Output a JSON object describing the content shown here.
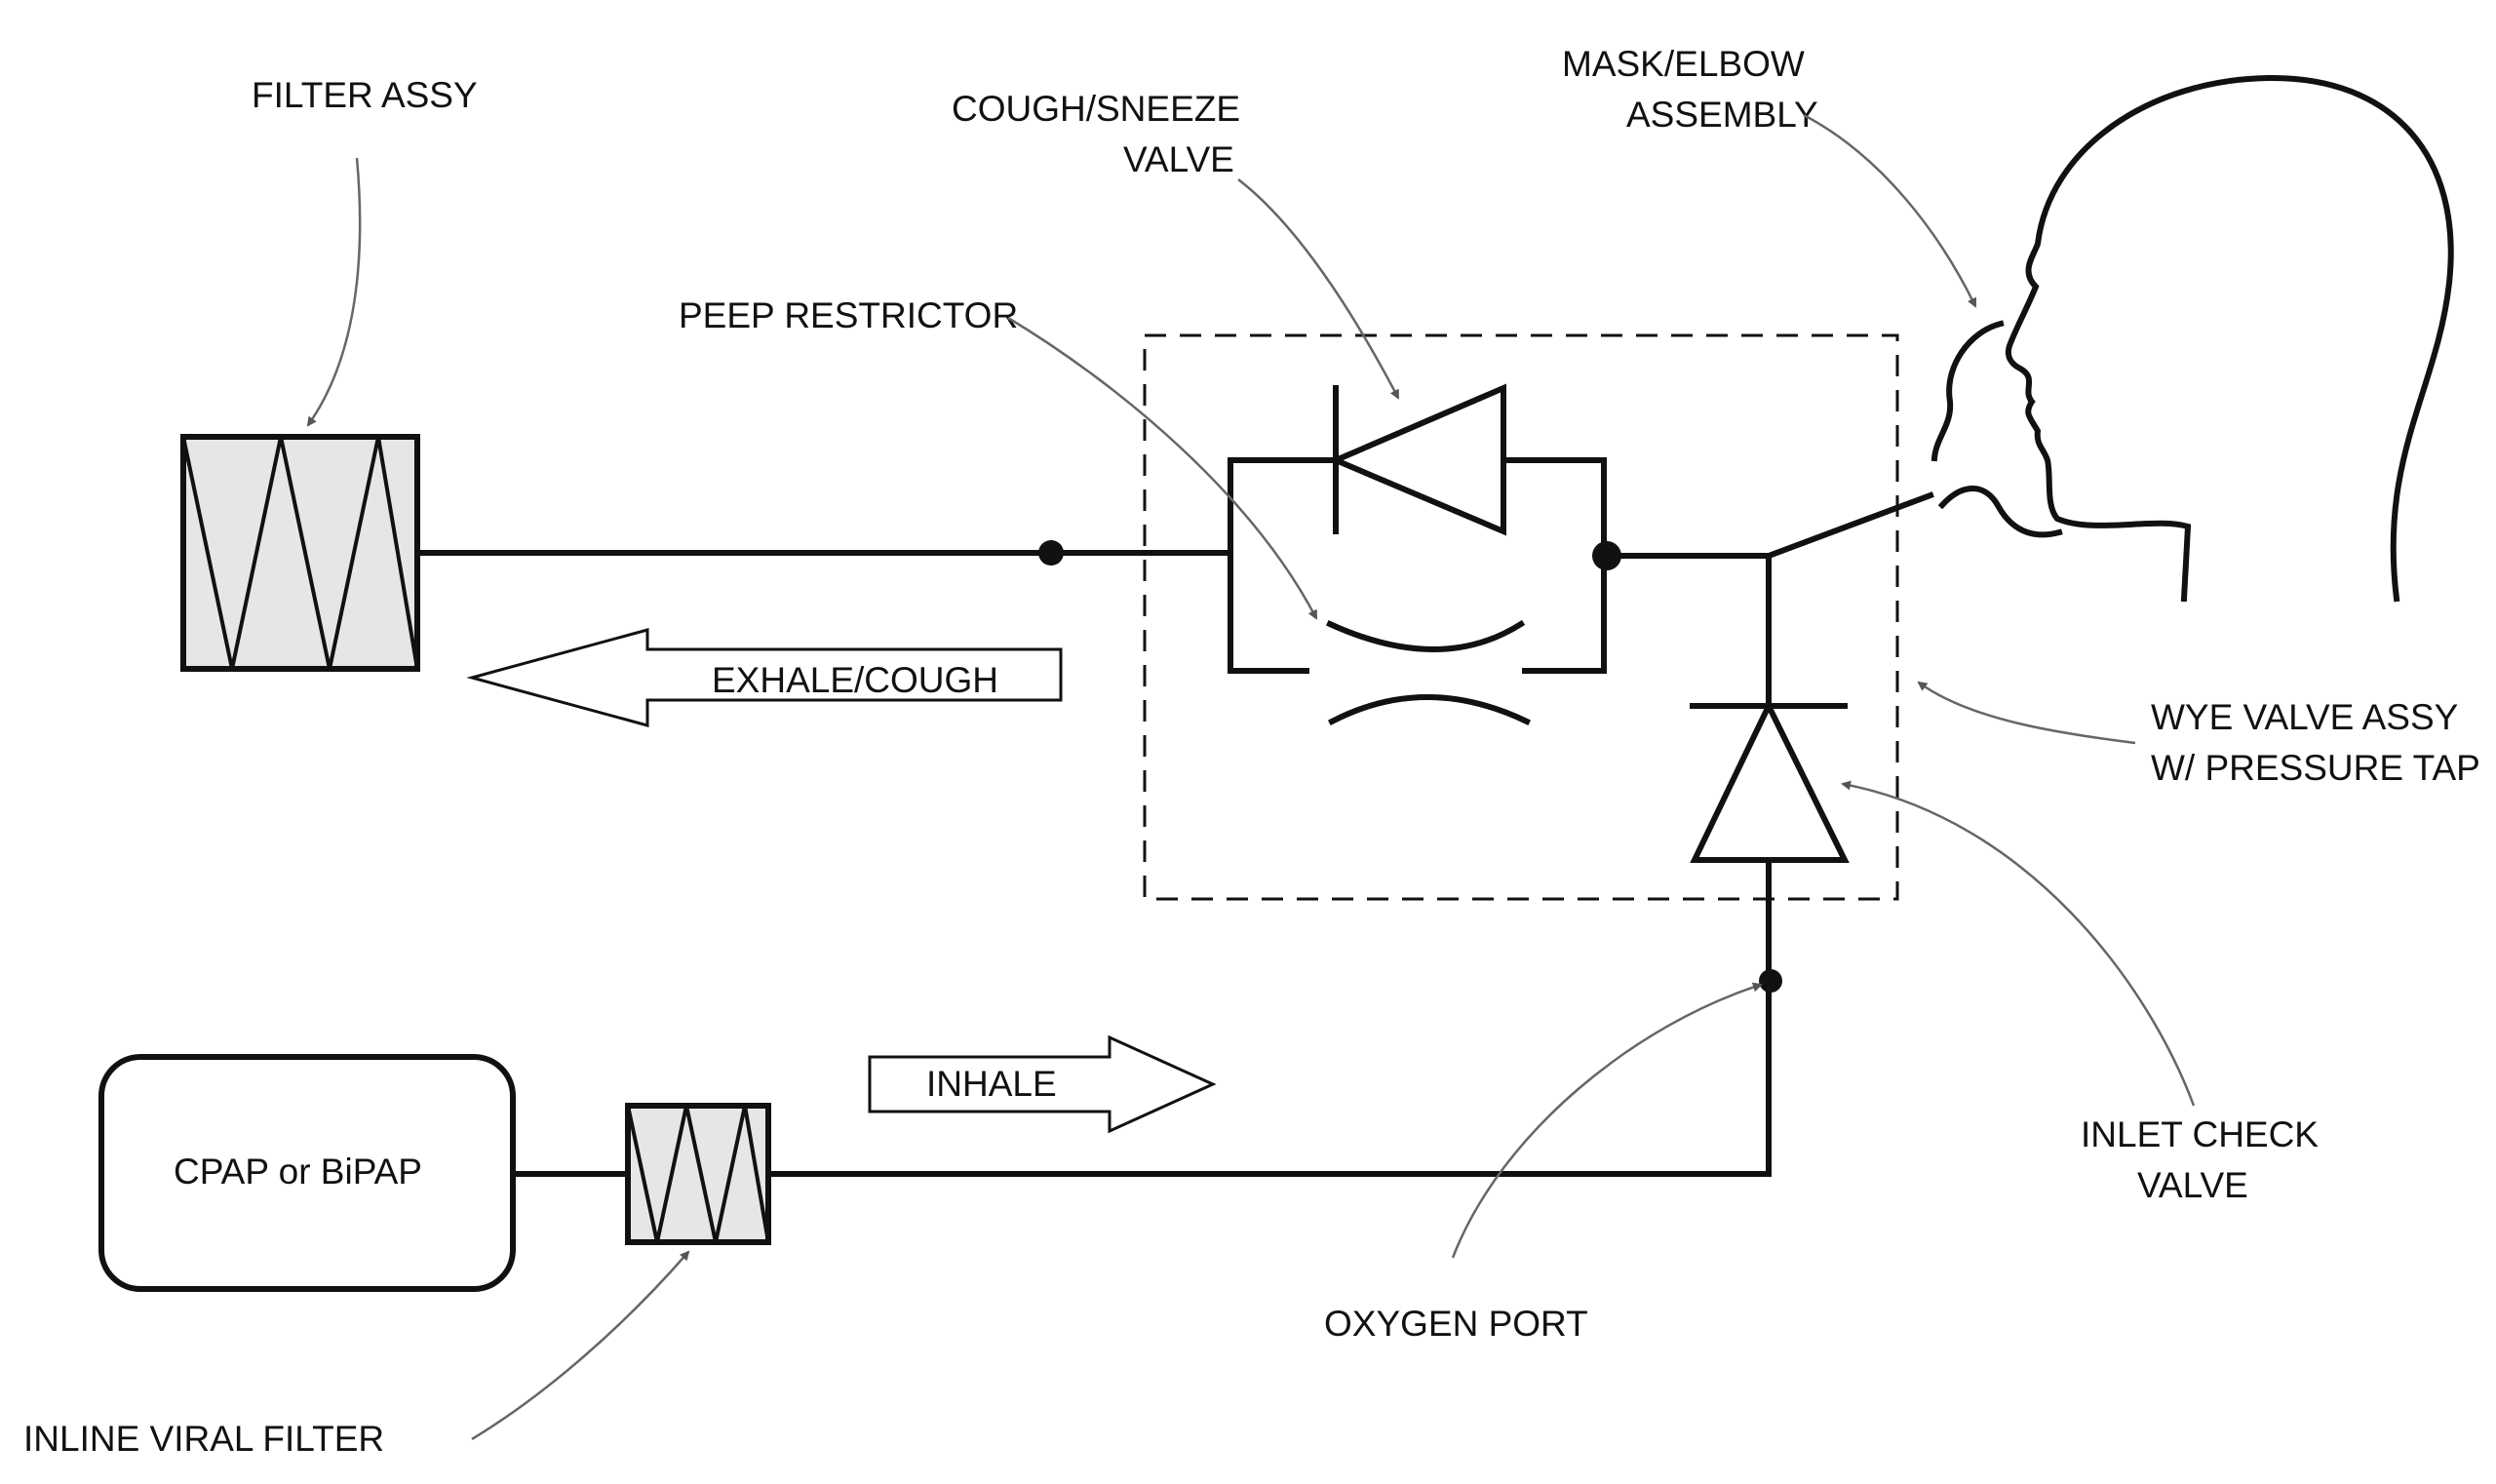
{
  "labels": {
    "filter_assy": "FILTER ASSY",
    "cough_sneeze_valve_line1": "COUGH/SNEEZE",
    "cough_sneeze_valve_line2": "VALVE",
    "mask_elbow_line1": "MASK/ELBOW",
    "mask_elbow_line2": "ASSEMBLY",
    "peep_restrictor": "PEEP RESTRICTOR",
    "exhale_cough": "EXHALE/COUGH",
    "wye_valve_line1": "WYE VALVE ASSY",
    "wye_valve_line2": "W/ PRESSURE TAP",
    "inhale": "INHALE",
    "cpap_bipap": "CPAP or BiPAP",
    "inlet_check_line1": "INLET CHECK",
    "inlet_check_line2": "VALVE",
    "oxygen_port": "OXYGEN PORT",
    "inline_viral_filter": "INLINE VIRAL FILTER"
  },
  "colors": {
    "line": "#111111",
    "leader": "#666666",
    "filter_fill": "#e6e6e6",
    "background": "#ffffff"
  }
}
